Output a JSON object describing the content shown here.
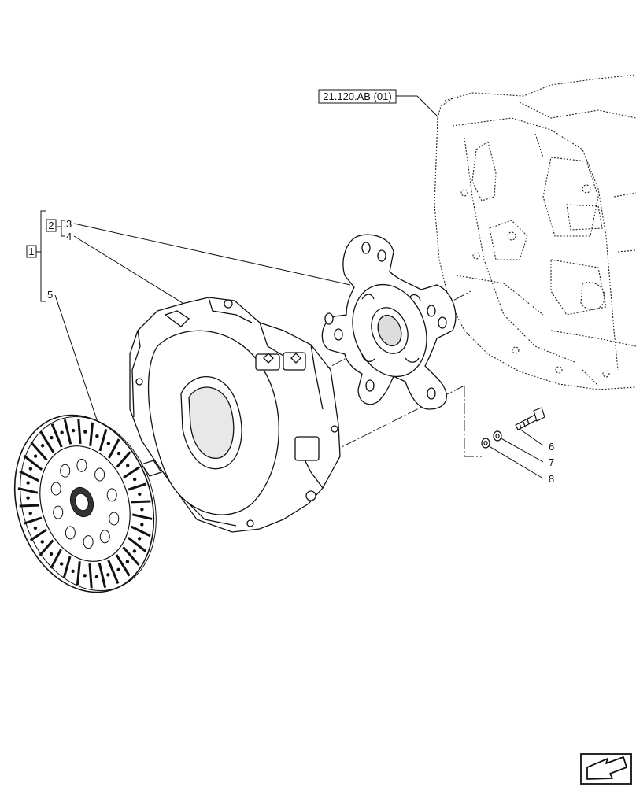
{
  "reference": {
    "text": "21.120.AB (01)"
  },
  "callouts": {
    "box1": "1",
    "box2": "2",
    "n3": "3",
    "n4": "4",
    "n5": "5",
    "n6": "6",
    "n7": "7",
    "n8": "8"
  },
  "icons": [
    "nav-arrow-icon"
  ],
  "colors": {
    "ink": "#111111",
    "paper": "#ffffff"
  }
}
